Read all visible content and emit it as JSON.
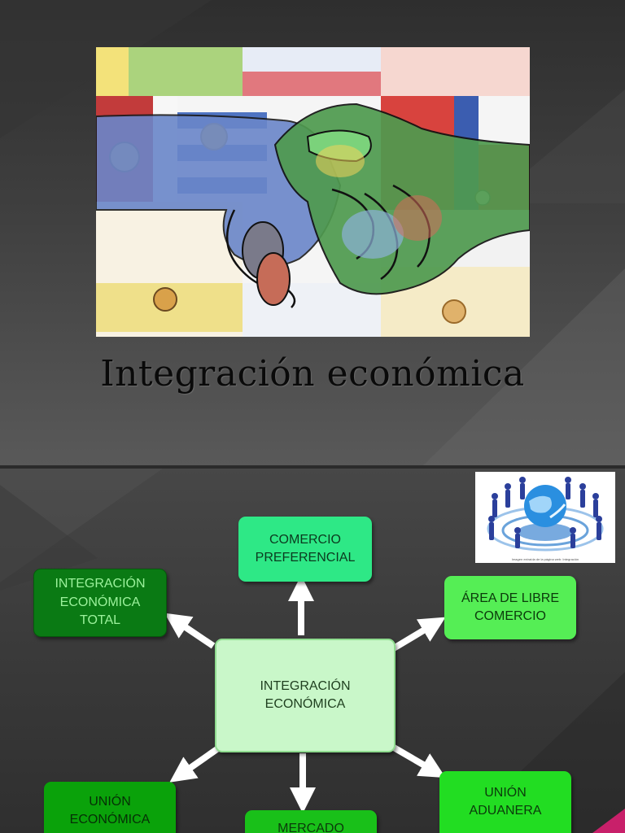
{
  "slide1": {
    "title": "Integración económica",
    "image_alt": "Apretón de manos con banderas"
  },
  "slide2": {
    "logo_caption": "Imagen extraída de la página web: Integración",
    "diagram": {
      "center": {
        "label": "INTEGRACIÓN\nECONÓMICA",
        "color": "#c9f7c9",
        "text_color": "#1f3f1f"
      },
      "nodes": [
        {
          "id": "comercio-preferencial",
          "label": "COMERCIO\nPREFERENCIAL",
          "color": "#2ee886",
          "text_color": "#0b3a1f"
        },
        {
          "id": "area-libre-comercio",
          "label": "ÁREA DE LIBRE\nCOMERCIO",
          "color": "#55ee55",
          "text_color": "#0b3a0b"
        },
        {
          "id": "union-aduanera",
          "label": "UNIÓN\nADUANERA",
          "color": "#22dd22",
          "text_color": "#0b3a0b"
        },
        {
          "id": "mercado",
          "label": "MERCADO",
          "color": "#19c019",
          "text_color": "#0b3a0b"
        },
        {
          "id": "union-economica",
          "label": "UNIÓN\nECONÓMICA",
          "color": "#0aa20a",
          "text_color": "#062f06"
        },
        {
          "id": "integracion-economica-total",
          "label": "INTEGRACIÓN\nECONÓMICA\nTOTAL",
          "color": "#0a7a14",
          "text_color": "#9cf29c"
        }
      ]
    }
  },
  "colors": {
    "background": "#2b2b2b",
    "title": "#0a0a0a",
    "accent_pink": "#c8206a"
  }
}
